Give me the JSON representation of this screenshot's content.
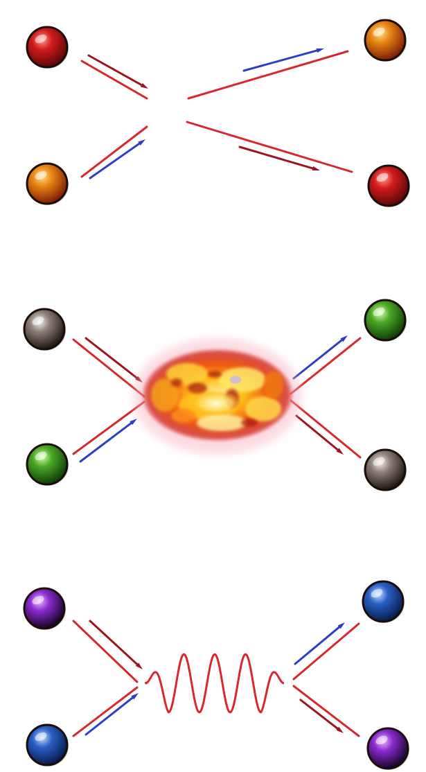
{
  "colors": {
    "background": "#ffffff",
    "line_red": "#d9262b",
    "arrow_dark_red": "#9c1420",
    "arrow_blue": "#2b3fc4",
    "ball_red": "#c41414",
    "ball_orange": "#e07a12",
    "ball_gray": "#7a6e68",
    "ball_green": "#3f9a1c",
    "ball_purple": "#7a1fc0",
    "ball_blue": "#1d4fb0"
  },
  "panels": [
    {
      "id": "scattering",
      "interaction": "cross",
      "balls": {
        "in_top": "red",
        "in_bottom": "orange",
        "out_top": "orange",
        "out_bottom": "red"
      }
    },
    {
      "id": "fireball",
      "interaction": "explosion",
      "balls": {
        "in_top": "gray",
        "in_bottom": "green",
        "out_top": "green",
        "out_bottom": "gray"
      }
    },
    {
      "id": "wave",
      "interaction": "wavy-line",
      "balls": {
        "in_top": "purple",
        "in_bottom": "blue",
        "out_top": "blue",
        "out_bottom": "purple"
      }
    }
  ]
}
